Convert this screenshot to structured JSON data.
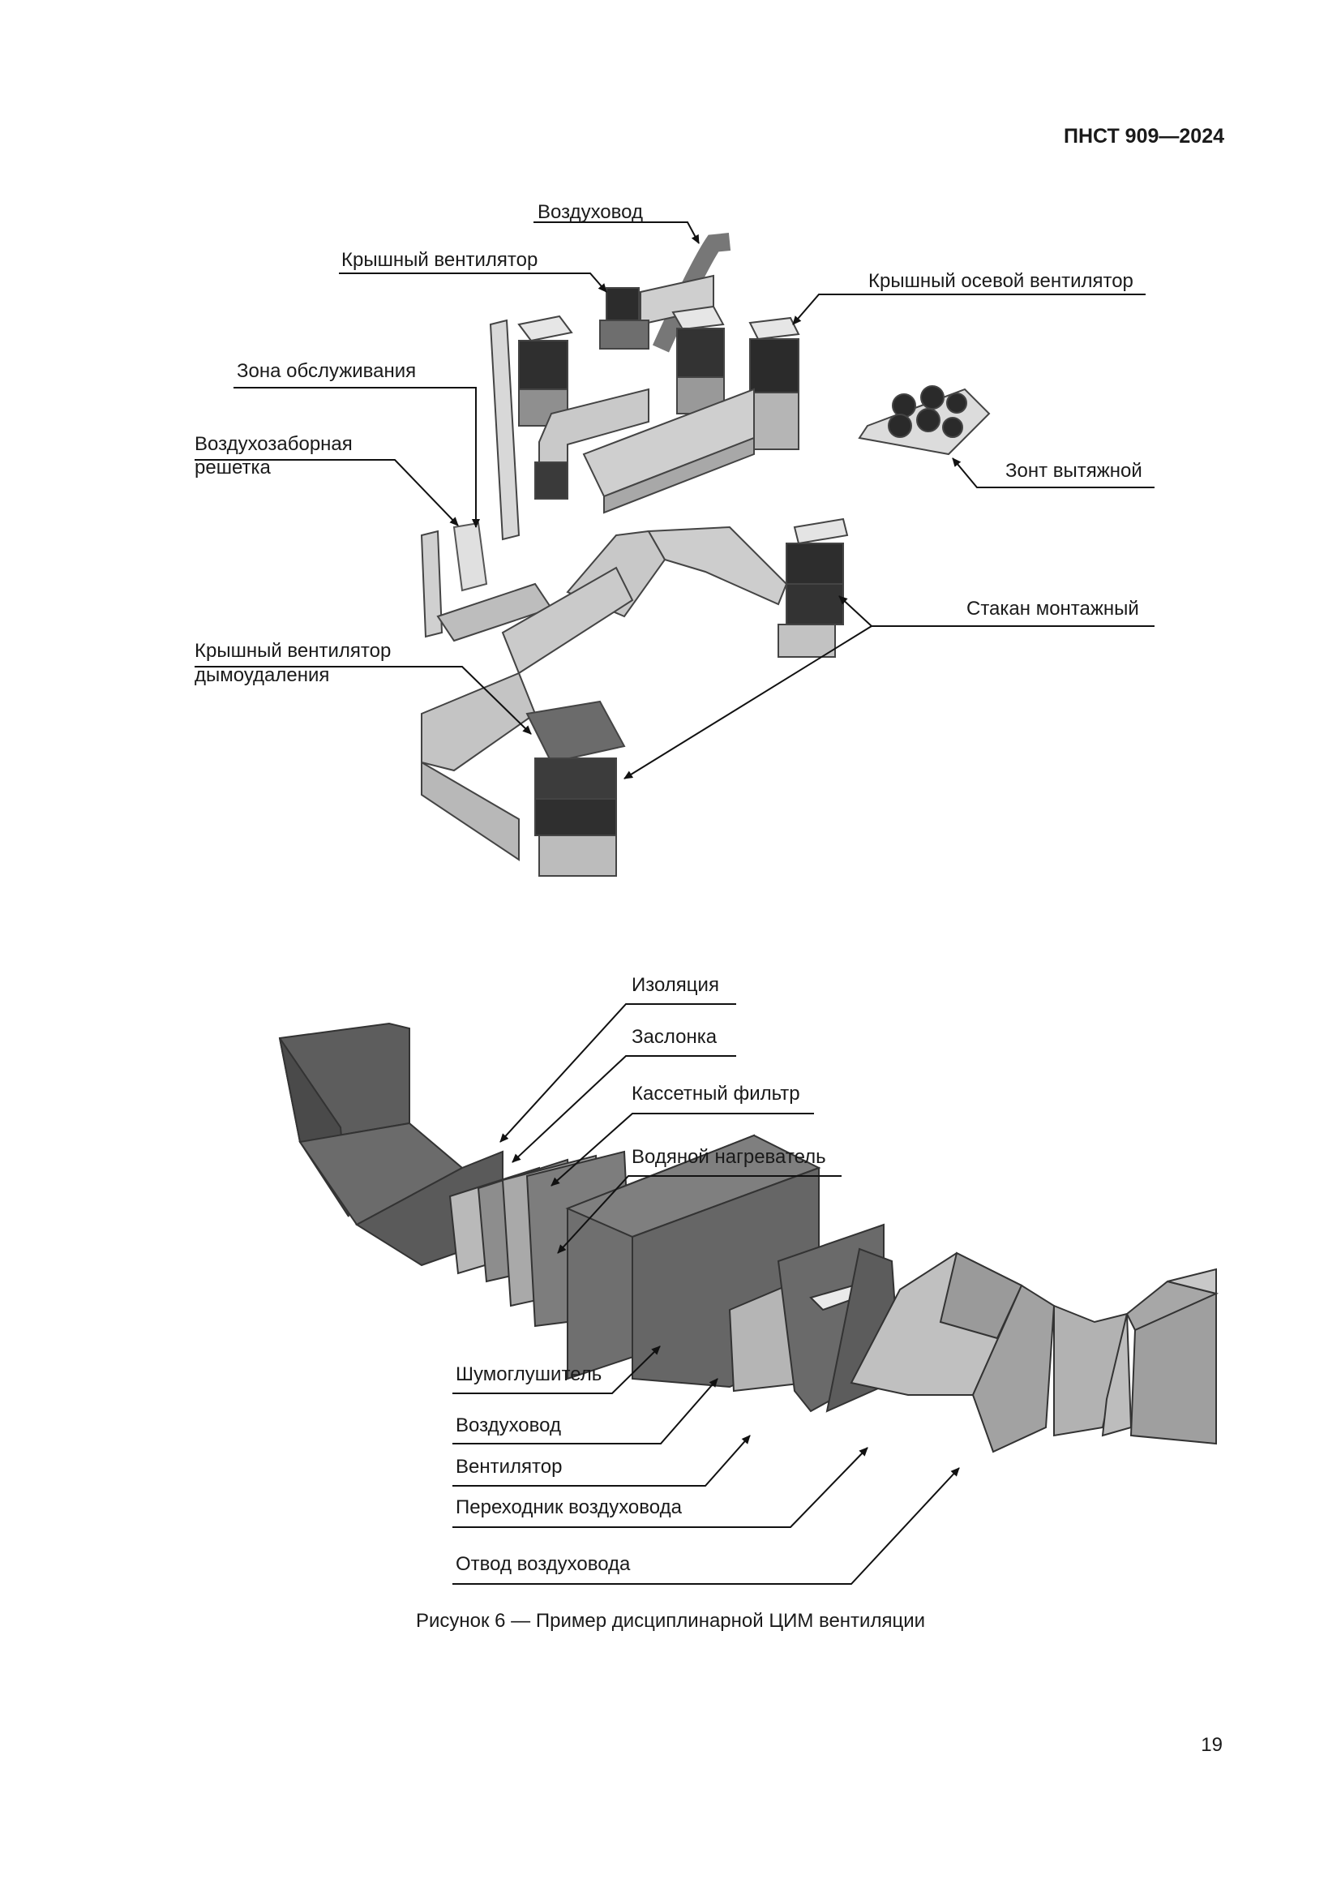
{
  "header": {
    "doc_code": "ПНСТ 909—2024"
  },
  "figure_top": {
    "labels": {
      "duct": "Воздуховод",
      "roof_fan": "Крышный вентилятор",
      "roof_axial_fan": "Крышный осевой вентилятор",
      "service_zone": "Зона обслуживания",
      "intake_grille_1": "Воздухозаборная",
      "intake_grille_2": "решетка",
      "exhaust_hood": "Зонт вытяжной",
      "mounting_curb": "Стакан монтажный",
      "smoke_fan_1": "Крышный вентилятор",
      "smoke_fan_2": "дымоудаления"
    }
  },
  "figure_bottom": {
    "labels": {
      "insulation": "Изоляция",
      "damper": "Заслонка",
      "cassette_filter": "Кассетный фильтр",
      "water_heater": "Водяной нагреватель",
      "silencer": "Шумоглушитель",
      "duct": "Воздуховод",
      "fan": "Вентилятор",
      "duct_transition": "Переходник воздуховода",
      "duct_elbow": "Отвод воздуховода"
    }
  },
  "caption": "Рисунок 6 — Пример дисциплинарной ЦИМ вентиляции",
  "page_number": "19"
}
